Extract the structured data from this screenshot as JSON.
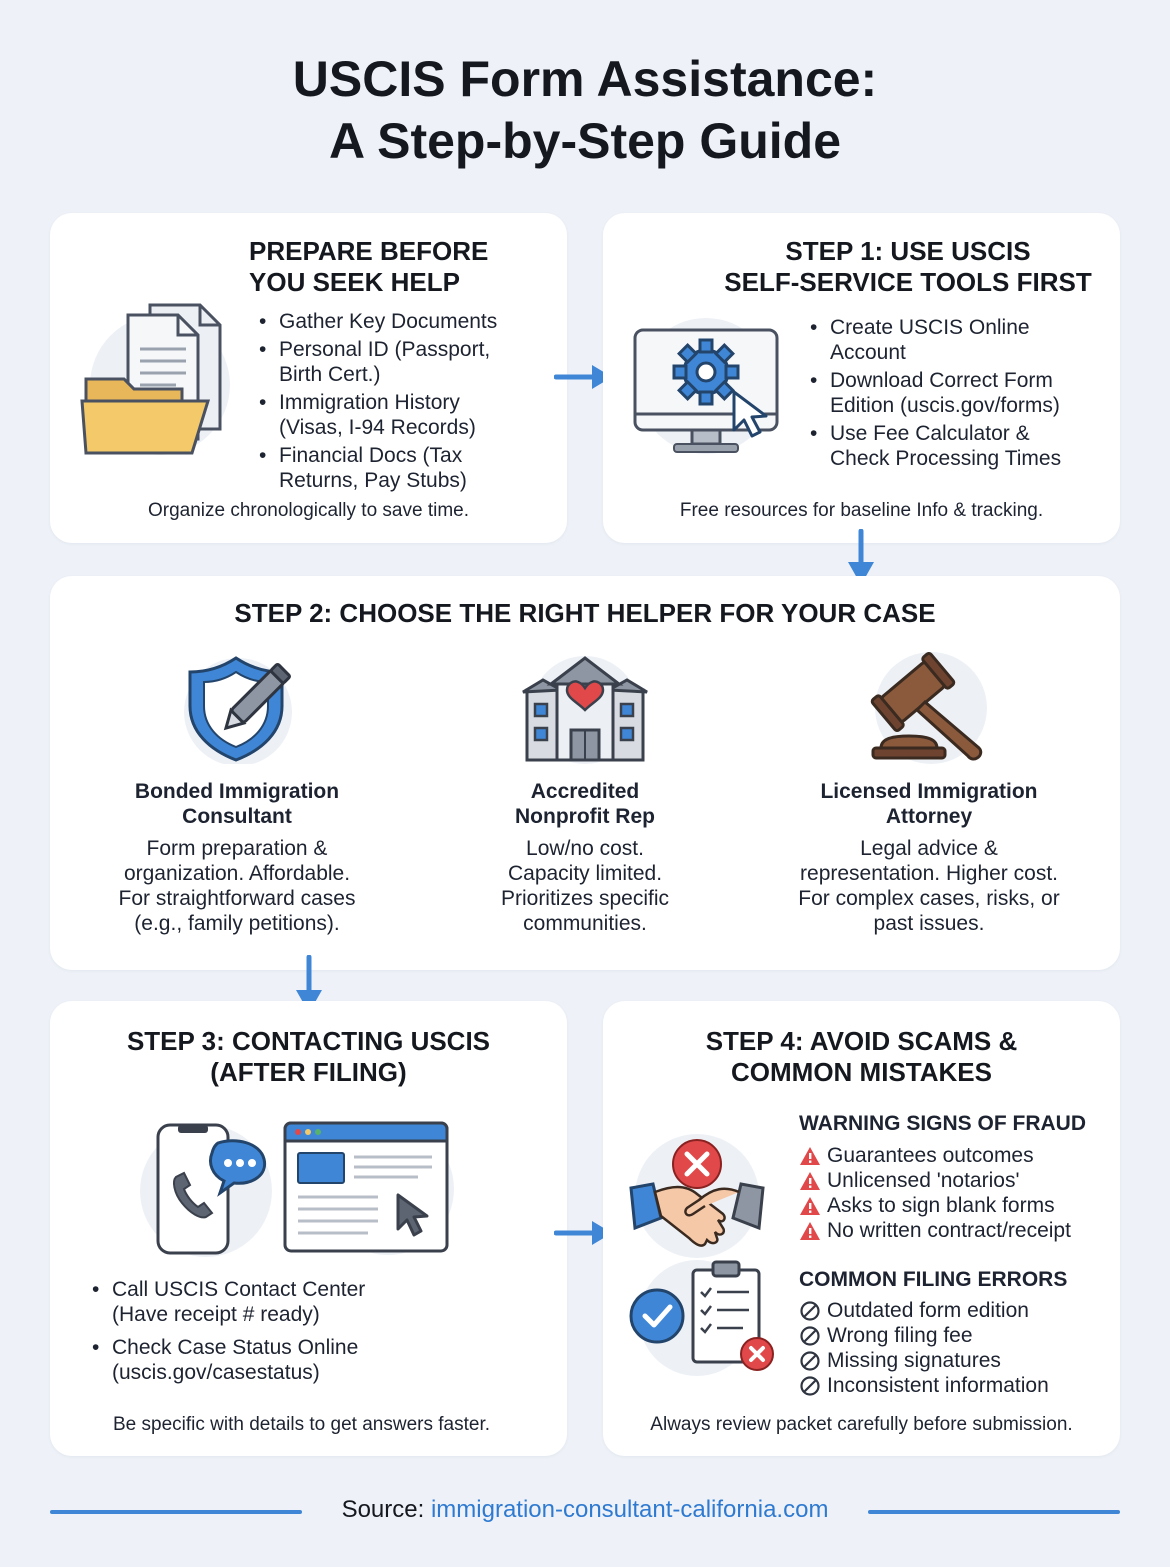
{
  "title": {
    "line1": "USCIS Form Assistance:",
    "line2": "A Step-by-Step Guide"
  },
  "prepare": {
    "heading_line1": "PREPARE BEFORE",
    "heading_line2": "YOU SEEK HELP",
    "items": [
      [
        "Gather Key Documents"
      ],
      [
        "Personal ID (Passport,",
        "Birth Cert.)"
      ],
      [
        "Immigration History",
        "(Visas, I-94 Records)"
      ],
      [
        "Financial Docs (Tax",
        "Returns, Pay Stubs)"
      ]
    ],
    "footer": "Organize chronologically to save time."
  },
  "step1": {
    "heading_line1": "STEP 1: USE USCIS",
    "heading_line2": "SELF-SERVICE TOOLS FIRST",
    "items": [
      [
        "Create USCIS Online",
        "Account"
      ],
      [
        "Download Correct Form",
        "Edition (uscis.gov/forms)"
      ],
      [
        "Use Fee Calculator &",
        "Check Processing Times"
      ]
    ],
    "footer": "Free resources for baseline Info & tracking."
  },
  "step2": {
    "heading": "STEP 2: CHOOSE THE RIGHT HELPER FOR YOUR CASE",
    "helpers": [
      {
        "icon": "shield-pen-icon",
        "name_line1": "Bonded Immigration",
        "name_line2": "Consultant",
        "desc": [
          "Form preparation &",
          "organization. Affordable.",
          "For straightforward cases",
          "(e.g., family petitions)."
        ]
      },
      {
        "icon": "nonprofit-building-icon",
        "name_line1": "Accredited",
        "name_line2": "Nonprofit Rep",
        "desc": [
          "Low/no cost.",
          "Capacity limited.",
          "Prioritizes specific",
          "communities."
        ]
      },
      {
        "icon": "gavel-icon",
        "name_line1": "Licensed Immigration",
        "name_line2": "Attorney",
        "desc": [
          "Legal advice &",
          "representation. Higher cost.",
          "For complex cases, risks, or",
          "past issues."
        ]
      }
    ]
  },
  "step3": {
    "heading_line1": "STEP 3: CONTACTING USCIS",
    "heading_line2": "(AFTER FILING)",
    "items": [
      [
        "Call USCIS Contact Center",
        "(Have receipt # ready)"
      ],
      [
        "Check Case Status Online",
        "(uscis.gov/casestatus)"
      ]
    ],
    "footer": "Be specific with details to get answers faster."
  },
  "step4": {
    "heading_line1": "STEP 4: AVOID SCAMS &",
    "heading_line2": "COMMON MISTAKES",
    "fraud_heading": "WARNING SIGNS OF FRAUD",
    "fraud_items": [
      "Guarantees outcomes",
      "Unlicensed 'notarios'",
      "Asks to sign blank forms",
      "No written contract/receipt"
    ],
    "errors_heading": "COMMON FILING ERRORS",
    "error_items": [
      "Outdated form edition",
      "Wrong filing fee",
      "Missing signatures",
      "Inconsistent information"
    ],
    "footer": "Always review packet carefully before submission."
  },
  "source": {
    "label": "Source:",
    "link": "immigration-consultant-california.com"
  },
  "colors": {
    "accent_blue": "#3f87d6",
    "warning_red": "#e0484a",
    "folder_yellow": "#f3c969",
    "gavel_brown": "#8b5a3c"
  }
}
